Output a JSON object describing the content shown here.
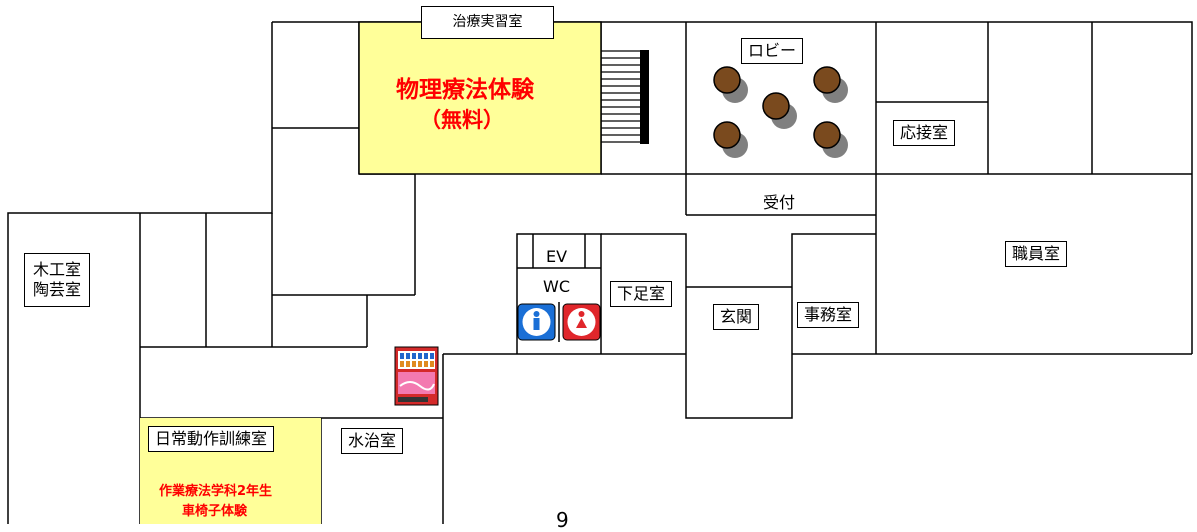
{
  "rooms": {
    "treatment_practice": "治療実習室",
    "lobby": "ロビー",
    "reception_room": "応接室",
    "reception": "受付",
    "staff_room": "職員室",
    "elevator": "EV",
    "restroom": "WC",
    "shoe_room": "下足室",
    "entrance": "玄関",
    "office": "事務室",
    "woodwork_pottery": "木工室\n陶芸室",
    "daily_living_training": "日常動作訓練室",
    "hydrotherapy": "水治室"
  },
  "events": {
    "physical_therapy_title": "物理療法体験",
    "physical_therapy_note": "（無料）",
    "wheelchair_line1": "作業療法学科2年生",
    "wheelchair_line2": "車椅子体験"
  },
  "page_number": "9",
  "colors": {
    "highlight_yellow": "#ffff99",
    "event_red": "#ff0000",
    "male_blue": "#1a6fd6",
    "female_red": "#e0262b"
  },
  "icons": [
    "stairs-icon",
    "table-icon",
    "male-restroom-icon",
    "female-restroom-icon",
    "vending-machine-icon"
  ]
}
